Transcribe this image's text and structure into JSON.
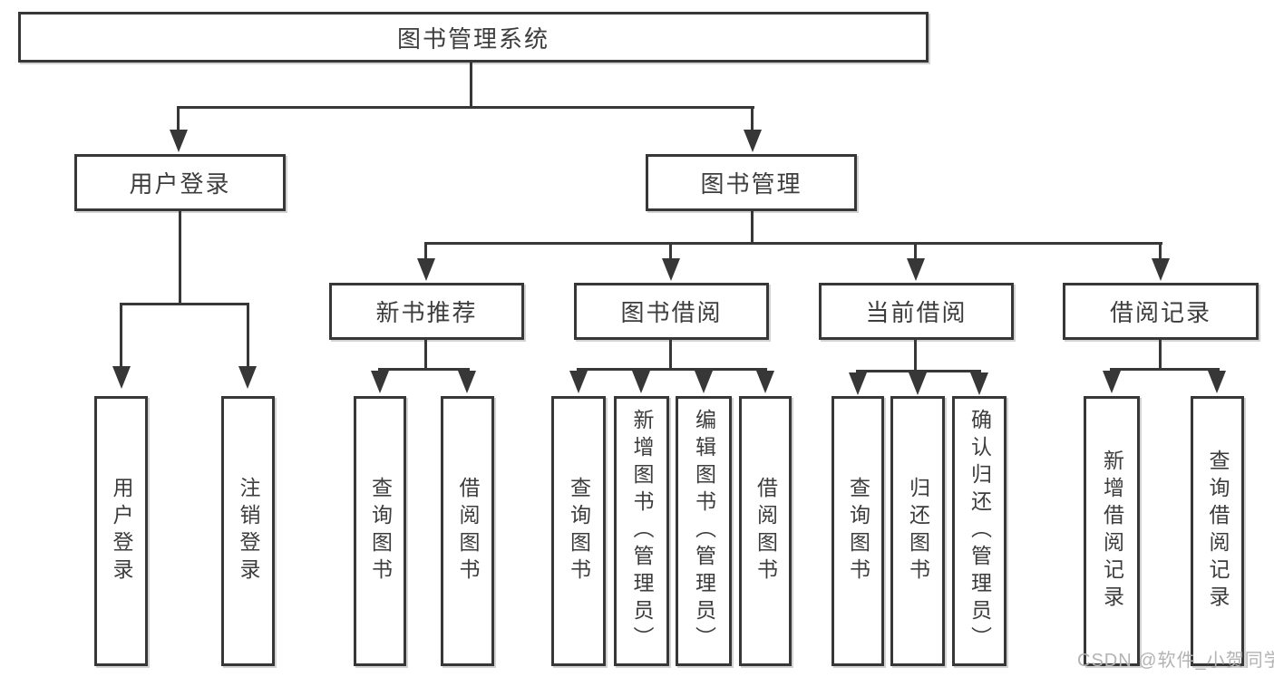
{
  "diagram_type": "hierarchy-tree",
  "colors": {
    "background": "#ffffff",
    "line": "#373737",
    "text": "#3d3d3d",
    "watermark": "#b3b3b3"
  },
  "tree": {
    "root": "图书管理系统",
    "children": [
      {
        "label": "用户登录",
        "children": [
          {
            "label": "用户登录"
          },
          {
            "label": "注销登录"
          }
        ]
      },
      {
        "label": "图书管理",
        "children": [
          {
            "label": "新书推荐",
            "children": [
              {
                "label": "查询图书"
              },
              {
                "label": "借阅图书"
              }
            ]
          },
          {
            "label": "图书借阅",
            "children": [
              {
                "label": "查询图书"
              },
              {
                "label": "新增图书（管理员）"
              },
              {
                "label": "编辑图书（管理员）"
              },
              {
                "label": "借阅图书"
              }
            ]
          },
          {
            "label": "当前借阅",
            "children": [
              {
                "label": "查询图书"
              },
              {
                "label": "归还图书"
              },
              {
                "label": "确认归还（管理员）"
              }
            ]
          },
          {
            "label": "借阅记录",
            "children": [
              {
                "label": "新增借阅记录"
              },
              {
                "label": "查询借阅记录"
              }
            ]
          }
        ]
      }
    ]
  },
  "watermark": {
    "text": "CSDN @软件_小贺同学"
  }
}
